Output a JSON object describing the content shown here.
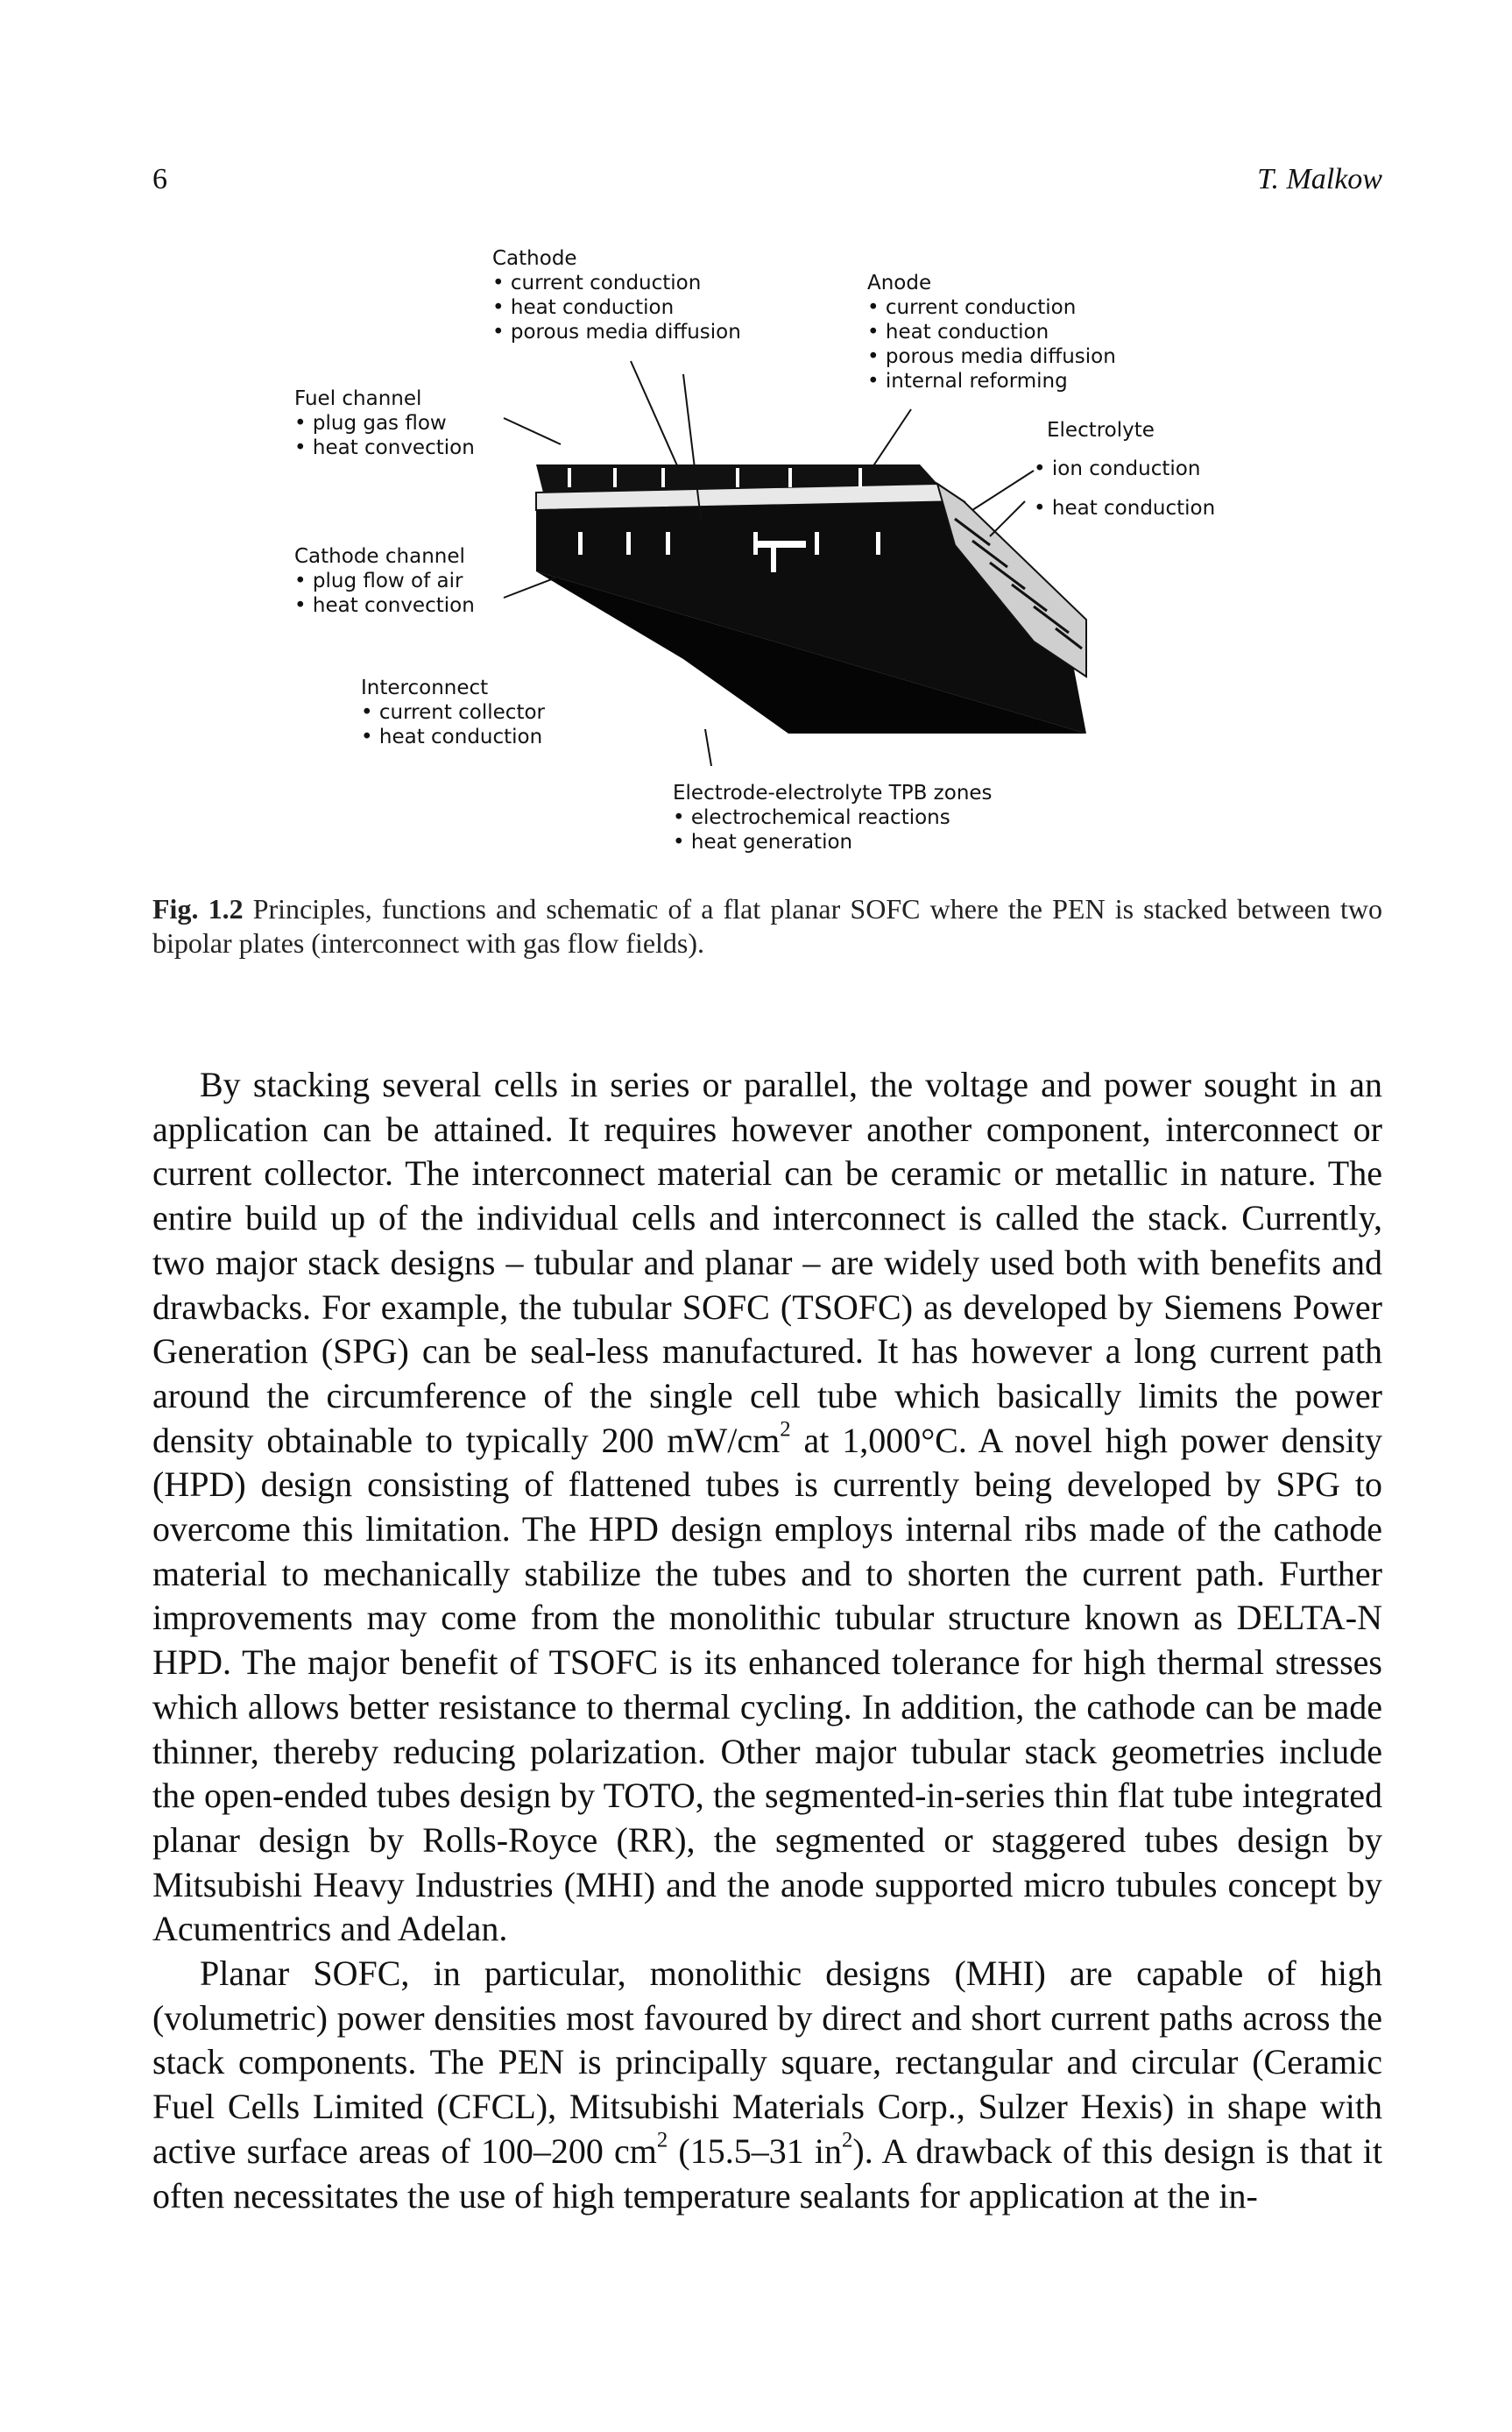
{
  "header": {
    "page_number": "6",
    "author": "T. Malkow"
  },
  "figure": {
    "labels": {
      "cathode_title": "Cathode",
      "cathode_items": [
        "• current conduction",
        "• heat conduction",
        "• porous media diffusion"
      ],
      "anode_title": "Anode",
      "anode_items": [
        "• current conduction",
        "• heat conduction",
        "• porous media diffusion",
        "• internal reforming"
      ],
      "fuel_channel_title": "Fuel channel",
      "fuel_channel_items": [
        "• plug gas flow",
        "• heat convection"
      ],
      "electrolyte_title": "Electrolyte",
      "electrolyte_items": [
        "• ion conduction",
        "• heat conduction"
      ],
      "cathode_channel_title": "Cathode channel",
      "cathode_channel_items": [
        "• plug flow of air",
        "• heat convection"
      ],
      "interconnect_title": "Interconnect",
      "interconnect_items": [
        "• current collector",
        "• heat conduction"
      ],
      "tpb_title": "Electrode-electrolyte TPB zones",
      "tpb_items": [
        "• electrochemical reactions",
        "• heat generation"
      ]
    }
  },
  "caption": {
    "label": "Fig. 1.2",
    "text": " Principles, functions and schematic of a flat planar SOFC where the PEN is stacked between two bipolar plates (interconnect with gas flow fields)."
  },
  "body": {
    "p1_part1": "By stacking several cells in series or parallel, the voltage and power sought in an application can be attained. It requires however another component, interconnect or current collector. The interconnect material can be ceramic or metallic in nature. The entire build up of the individual cells and interconnect is called the stack. Currently, two major stack designs – tubular and planar – are widely used both with benefits and drawbacks. For example, the tubular SOFC (TSOFC) as developed by Siemens Power Generation (SPG) can be seal-less manufactured. It has however a long current path around the circumference of the single cell tube which basically limits the power density obtainable to typically 200 mW/cm",
    "p1_sup": "2",
    "p1_part2": " at 1,000°C. A novel high power density (HPD) design consisting of flattened tubes is currently being developed by SPG to overcome this limitation. The HPD design employs internal ribs made of the cathode material to mechanically stabilize the tubes and to shorten the current path. Further improvements may come from the monolithic tubular structure known as DELTA-N HPD. The major benefit of TSOFC is its enhanced tolerance for high thermal stresses which allows better resistance to thermal cycling. In addition, the cathode can be made thinner, thereby reducing polarization. Other major tubular stack geometries include the open-ended tubes design by TOTO, the segmented-in-series thin flat tube integrated planar design by Rolls-Royce (RR), the segmented or staggered tubes design by Mitsubishi Heavy Industries (MHI) and the anode supported micro tubules concept by Acumentrics and Adelan.",
    "p2_part1": "Planar SOFC, in particular, monolithic designs (MHI) are capable of high (volumetric) power densities most favoured by direct and short current paths across the stack components. The PEN is principally square, rectangular and circular (Ceramic Fuel Cells Limited (CFCL), Mitsubishi Materials Corp., Sulzer Hexis) in shape with active surface areas of 100–200 cm",
    "p2_sup1": "2",
    "p2_part2": " (15.5–31 in",
    "p2_sup2": "2",
    "p2_part3": "). A drawback of this design is that it often necessitates the use of high temperature sealants for application at the in-"
  }
}
